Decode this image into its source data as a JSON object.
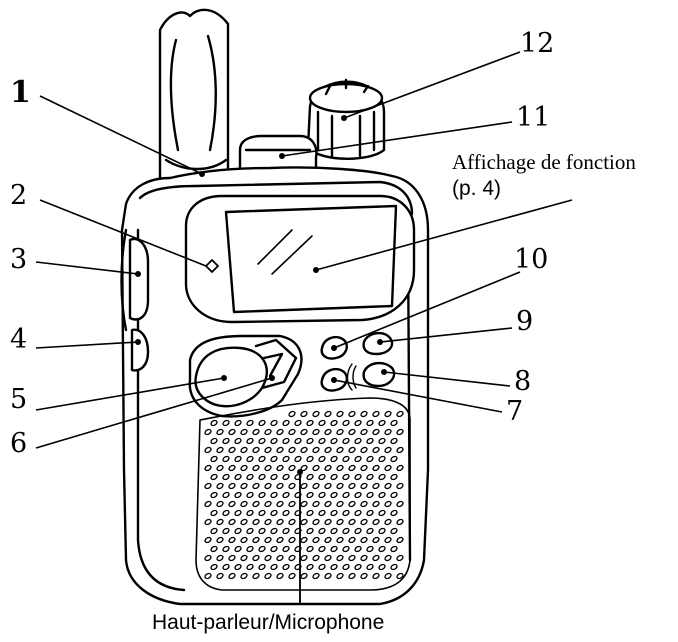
{
  "callouts": [
    {
      "id": "c1",
      "label": "1"
    },
    {
      "id": "c2",
      "label": "2"
    },
    {
      "id": "c3",
      "label": "3"
    },
    {
      "id": "c4",
      "label": "4"
    },
    {
      "id": "c5",
      "label": "5"
    },
    {
      "id": "c6",
      "label": "6"
    },
    {
      "id": "c7",
      "label": "7"
    },
    {
      "id": "c8",
      "label": "8"
    },
    {
      "id": "c9",
      "label": "9"
    },
    {
      "id": "c10",
      "label": "10"
    },
    {
      "id": "c11",
      "label": "11"
    },
    {
      "id": "c12",
      "label": "12"
    }
  ],
  "function_display": {
    "line1": "Affichage de fonction",
    "line2": "(p. 4)"
  },
  "speaker_mic": {
    "label": "Haut-parleur/Microphone"
  },
  "line_color": "#000000",
  "fill_color": "#ffffff"
}
